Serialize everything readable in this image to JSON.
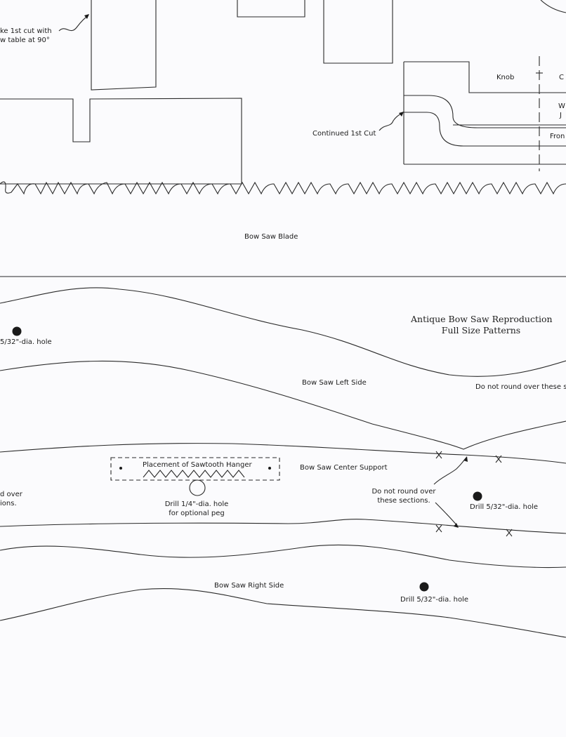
{
  "sheet": {
    "title_line1": "Antique Bow Saw Reproduction",
    "title_line2": "Full Size Patterns"
  },
  "labels": {
    "make_cut_line1": "ke 1st cut with",
    "make_cut_line2": "w table at 90°",
    "knob": "Knob",
    "edge_c": "C",
    "edge_w": "W",
    "edge_j": "J",
    "edge_front": "Fron",
    "continued_cut": "Continued 1st Cut",
    "bow_saw_blade": "Bow Saw Blade",
    "hole_left_top": "5/32\"-dia. hole",
    "left_side": "Bow Saw Left Side",
    "do_not_round_top": "Do not round over these s",
    "sawtooth_hanger": "Placement of Sawtooth Hanger",
    "center_support": "Bow Saw Center Support",
    "left_edge_line1": "d over",
    "left_edge_line2": "ions.",
    "drill_quarter_line1": "Drill 1/4\"-dia. hole",
    "drill_quarter_line2": "for optional peg",
    "do_not_round_line1": "Do not round over",
    "do_not_round_line2": "these sections.",
    "drill_5_32_upper": "Drill 5/32\"-dia. hole",
    "right_side": "Bow Saw Right Side",
    "drill_5_32_lower": "Drill 5/32\"-dia. hole"
  }
}
